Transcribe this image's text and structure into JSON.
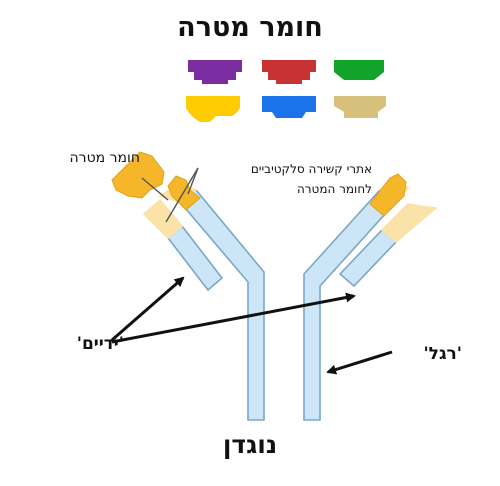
{
  "title": "חומר מטרה",
  "antigen_label": "חומר מטרה",
  "binding_sites_line1": "אתרי קשירה סלקטיביים",
  "binding_sites_line2": "לחומר המטרה",
  "arms_label": "'ידיים'",
  "leg_label": "'רגל'",
  "antibody_label": "נוגדן",
  "colors": {
    "heavy_chain": "#cde6f7",
    "chain_outline": "#7aa7c7",
    "variable_region": "#fbe2a8",
    "binding_site": "#f5b62a",
    "antigen": "#f5b62a",
    "arrow": "#111111"
  },
  "legend_antigens": [
    {
      "name": "purple-antigen-shape",
      "color": "#7b2ca0"
    },
    {
      "name": "red-antigen-shape",
      "color": "#c83232"
    },
    {
      "name": "green-antigen-shape",
      "color": "#11a32a"
    },
    {
      "name": "yellow-antigen-shape",
      "color": "#ffcc00"
    },
    {
      "name": "blue-antigen-shape",
      "color": "#1a73e8"
    },
    {
      "name": "tan-antigen-shape",
      "color": "#d6c07c"
    }
  ]
}
